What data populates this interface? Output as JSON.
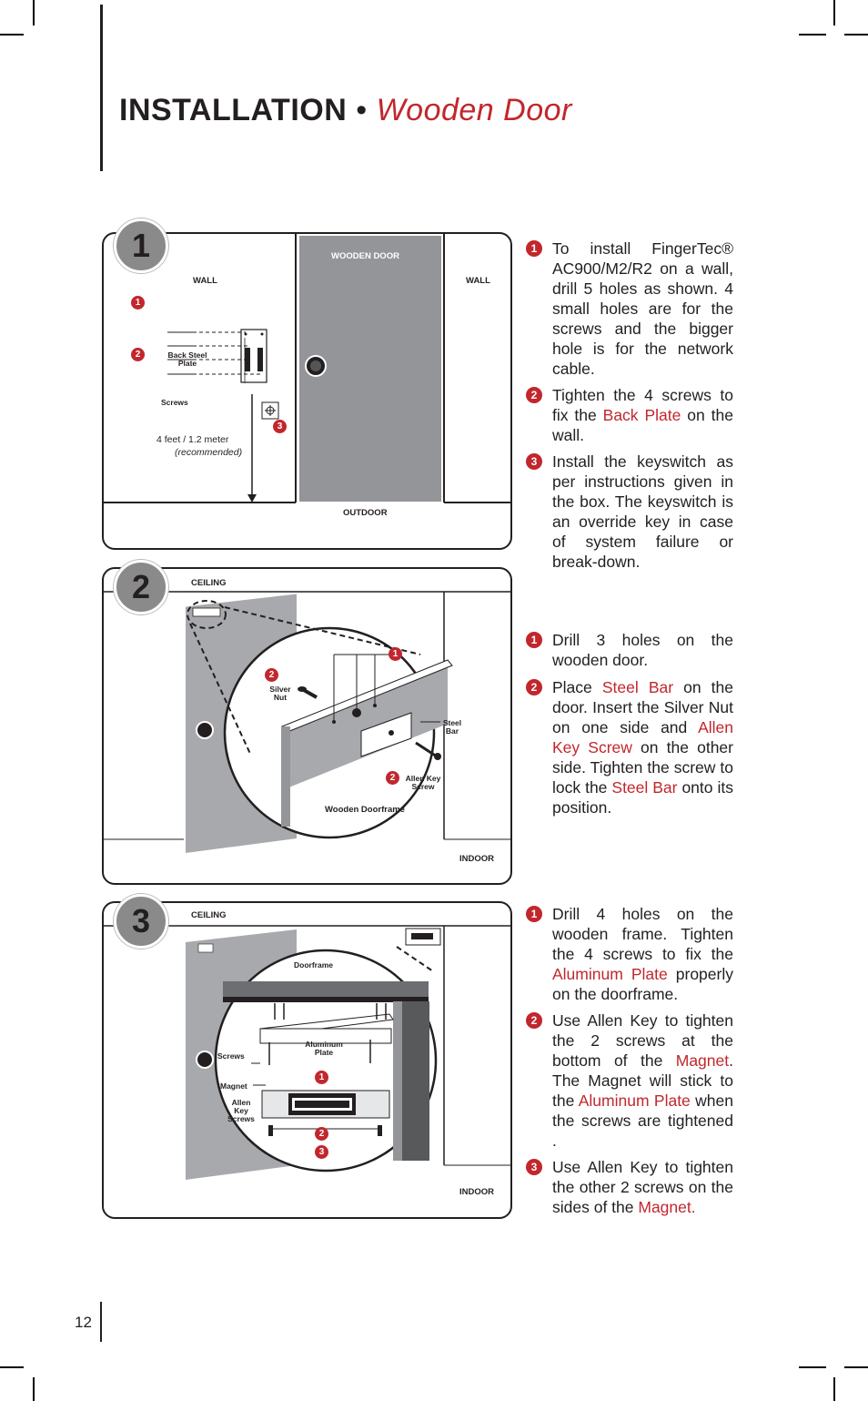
{
  "header": {
    "title_main": "INSTALLATION",
    "title_sep": "•",
    "title_sub": "Wooden Door"
  },
  "page_number": "12",
  "figure1": {
    "badge": "1",
    "wall_left": "WALL",
    "wall_right": "WALL",
    "door_label": "WOODEN DOOR",
    "outdoor": "OUTDOOR",
    "back_steel_plate": "Back Steel Plate",
    "screws": "Screws",
    "height_label": "4 feet / 1.2 meter",
    "height_note": "(recommended)",
    "markers": [
      "1",
      "2",
      "3"
    ]
  },
  "figure2": {
    "badge": "2",
    "ceiling": "CEILING",
    "indoor": "INDOOR",
    "silver_nut": "Silver Nut",
    "steel_bar": "Steel Bar",
    "allen_key_screw": "Allen Key Screw",
    "wooden_doorframe": "Wooden Doorframe",
    "markers": [
      "1",
      "2",
      "2"
    ]
  },
  "figure3": {
    "badge": "3",
    "ceiling": "CEILING",
    "indoor": "INDOOR",
    "doorframe": "Doorframe",
    "screws": "Screws",
    "aluminum_plate": "Aluminum Plate",
    "magnet": "Magnet",
    "allen_key_screws": "Allen Key Screws",
    "markers": [
      "1",
      "2",
      "3"
    ]
  },
  "steps1": [
    {
      "num": "1",
      "parts": [
        {
          "t": "To install FingerTec® AC900/M2/R2 on a wall, drill 5 holes as shown. 4 small holes are for the screws and the bigger hole is for the network cable."
        }
      ]
    },
    {
      "num": "2",
      "parts": [
        {
          "t": "Tighten the 4 screws to fix the "
        },
        {
          "t": "Back Plate",
          "r": true
        },
        {
          "t": " on the wall."
        }
      ]
    },
    {
      "num": "3",
      "parts": [
        {
          "t": "Install the keyswitch as per instructions given in the box. The keyswitch is an override key in case of system failure or break-down."
        }
      ]
    }
  ],
  "steps2": [
    {
      "num": "1",
      "parts": [
        {
          "t": "Drill 3 holes on the wooden door."
        }
      ]
    },
    {
      "num": "2",
      "parts": [
        {
          "t": "Place "
        },
        {
          "t": "Steel Bar",
          "r": true
        },
        {
          "t": " on the door. Insert the Silver Nut on one side and "
        },
        {
          "t": "Allen Key Screw",
          "r": true
        },
        {
          "t": " on the other side. Tighten the screw to lock the "
        },
        {
          "t": "Steel Bar",
          "r": true
        },
        {
          "t": " onto its position."
        }
      ]
    }
  ],
  "steps3": [
    {
      "num": "1",
      "parts": [
        {
          "t": "Drill 4 holes on the wooden frame. Tighten the 4 screws to fix the "
        },
        {
          "t": "Aluminum Plate",
          "r": true
        },
        {
          "t": " properly on the doorframe."
        }
      ]
    },
    {
      "num": "2",
      "parts": [
        {
          "t": "Use Allen Key to tighten the 2 screws at the bottom of the "
        },
        {
          "t": "Magnet",
          "r": true
        },
        {
          "t": ". The Magnet will stick to the "
        },
        {
          "t": "Aluminum Plate",
          "r": true
        },
        {
          "t": " when the screws are tightened ."
        }
      ]
    },
    {
      "num": "3",
      "parts": [
        {
          "t": "Use Allen Key to tighten the other 2 screws on the sides of the "
        },
        {
          "t": "Magnet.",
          "r": true
        }
      ]
    }
  ]
}
